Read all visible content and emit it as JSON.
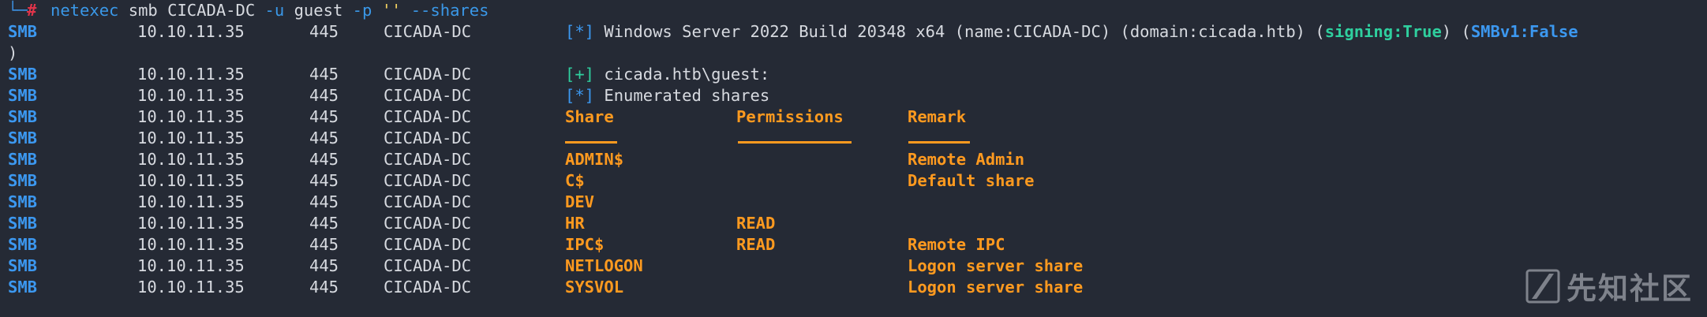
{
  "prompt": {
    "corner": "└─",
    "hash": "#",
    "command": "netexec",
    "args_1": " smb CICADA-DC ",
    "flag_u": "-u",
    "user": " guest ",
    "flag_p": "-p",
    "password": " '' ",
    "flag_shares": "--shares"
  },
  "info": {
    "tag": "[*]",
    "text": " Windows Server 2022 Build 20348 x64 (name:CICADA-DC) (domain:cicada.htb) (",
    "signing": "signing:True",
    "mid": ") (",
    "smbv1": "SMBv1:False",
    "wrap": ")"
  },
  "rows_common": {
    "protocol": "SMB",
    "ip": "10.10.11.35",
    "port": "445",
    "host": "CICADA-DC"
  },
  "auth": {
    "tag": "[+]",
    "text": " cicada.htb\\guest:"
  },
  "enum": {
    "tag": "[*]",
    "text": " Enumerated shares"
  },
  "table": {
    "headers": {
      "share": "Share",
      "permissions": "Permissions",
      "remark": "Remark"
    },
    "rows": [
      {
        "share": "ADMIN$",
        "permissions": "",
        "remark": "Remote Admin"
      },
      {
        "share": "C$",
        "permissions": "",
        "remark": "Default share"
      },
      {
        "share": "DEV",
        "permissions": "",
        "remark": ""
      },
      {
        "share": "HR",
        "permissions": "READ",
        "remark": ""
      },
      {
        "share": "IPC$",
        "permissions": "READ",
        "remark": "Remote IPC"
      },
      {
        "share": "NETLOGON",
        "permissions": "",
        "remark": "Logon server share"
      },
      {
        "share": "SYSVOL",
        "permissions": "",
        "remark": "Logon server share"
      }
    ]
  },
  "watermark": {
    "text": "先知社区"
  }
}
